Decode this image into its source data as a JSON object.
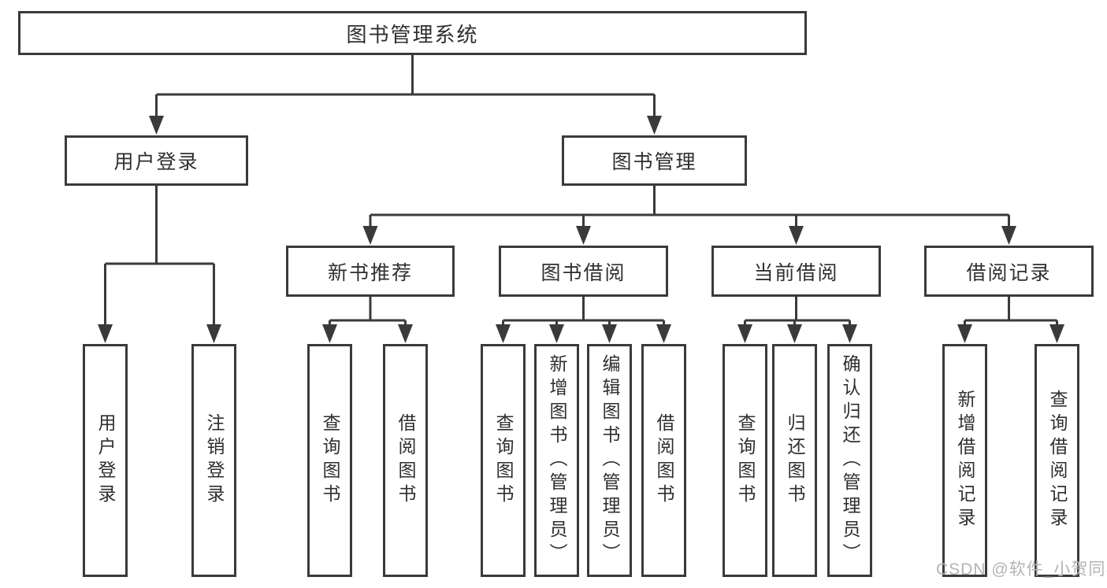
{
  "nodes": {
    "root": "图书管理系统",
    "user_login": "用户登录",
    "book_management": "图书管理",
    "new_books": "新书推荐",
    "book_borrowing": "图书借阅",
    "current_borrowing": "当前借阅",
    "borrowing_records": "借阅记录",
    "leaves": {
      "user_login": [
        "用户登录",
        "注销登录"
      ],
      "new_books": [
        "查询图书",
        "借阅图书"
      ],
      "book_borrowing": [
        "查询图书",
        "新增图书（管理员）",
        "编辑图书（管理员）",
        "借阅图书"
      ],
      "current_borrowing": [
        "查询图书",
        "归还图书",
        "确认归还（管理员）"
      ],
      "borrowing_records": [
        "新增借阅记录",
        "查询借阅记录"
      ]
    }
  },
  "watermark": "CSDN @软件_小贺同学",
  "colors": {
    "line": "#3a3a3a",
    "text": "#2f2f2f",
    "watermark": "#b4b4b4",
    "background": "#ffffff"
  }
}
